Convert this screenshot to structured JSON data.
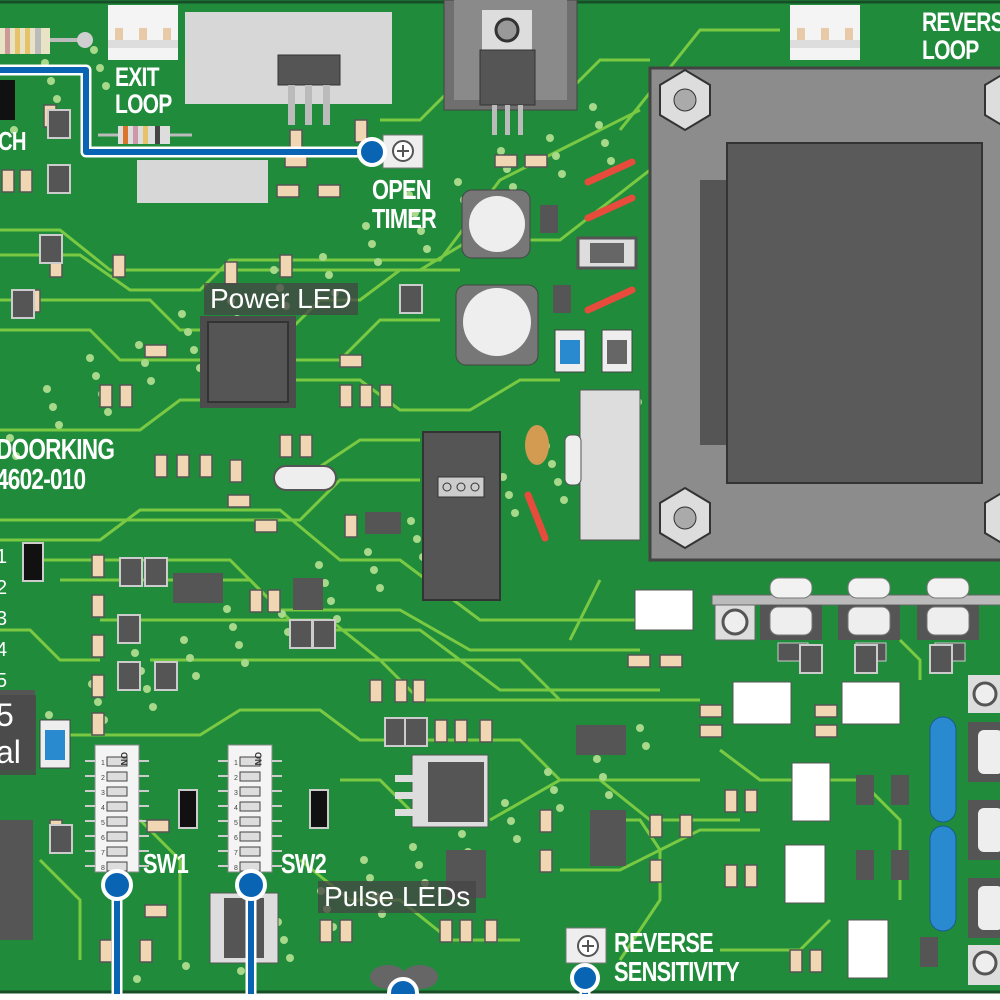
{
  "labels": {
    "exit_loop": [
      "EXIT",
      "LOOP"
    ],
    "reverse_loop": [
      "REVERSE",
      "LOOP"
    ],
    "open_timer": [
      "OPEN",
      "TIMER"
    ],
    "power_led": "Power LED",
    "board_maker": [
      "DOORKING",
      "4602-010"
    ],
    "latch": "CH",
    "left_numbers": [
      "1",
      "2",
      "3",
      "4",
      "5"
    ],
    "left_tag": [
      "5",
      "al"
    ],
    "sw1": "SW1",
    "sw2": "SW2",
    "dip_on": "ON",
    "pulse_leds": "Pulse LEDs",
    "reverse_sensitivity": [
      "REVERSE",
      "SENSITIVITY"
    ]
  },
  "colors": {
    "board": "#1f8b3b",
    "trace": "#7ac943",
    "callout": "#0a64b4"
  }
}
